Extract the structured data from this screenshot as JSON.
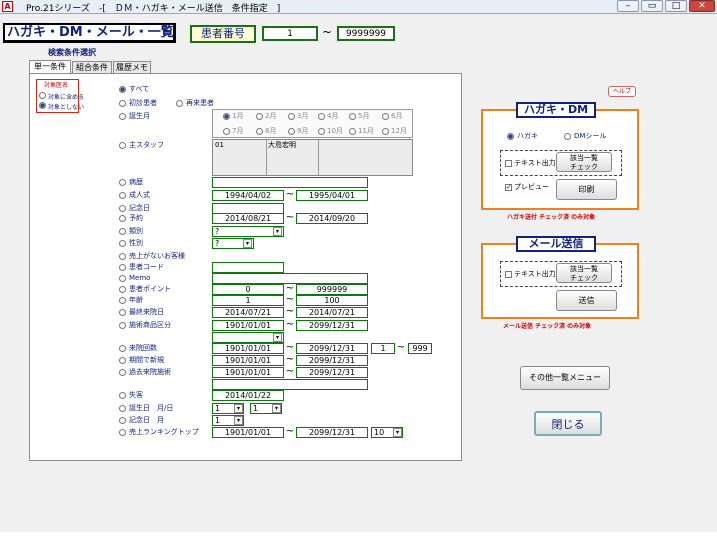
{
  "window": {
    "title": "Pro.21シリーズ　-[　ＤＭ・ハガキ・メール送信　条件指定　]",
    "app_icon_letter": "A",
    "buttons": {
      "minimize": "–",
      "restore": "▭",
      "maximize": "□",
      "close": "✕"
    }
  },
  "header": {
    "title": "ハガキ・DM・メール・一覧",
    "patient_no_label": "患者番号",
    "patient_no_from": "1",
    "patient_no_to": "9999999",
    "search_caption": "検索条件選択"
  },
  "tabs": [
    {
      "label": "単一条件",
      "active": true
    },
    {
      "label": "組合条件",
      "active": false
    },
    {
      "label": "履歴メモ",
      "active": false
    }
  ],
  "target": {
    "title": "対象医名",
    "include": "対象に含める",
    "exclude": "対象としない"
  },
  "conditions": {
    "all": "すべて",
    "new_patient": "初診患者",
    "returning": "再来患者",
    "birth_month": "誕生月",
    "main_staff": "主スタッフ",
    "illness": "病歴",
    "adult": "成人式",
    "anniversary": "記念日",
    "reservation": "予約",
    "category": "類別",
    "gender": "性別",
    "no_sales": "売上がないお客様",
    "patient_code": "患者コード",
    "memo": "Memo",
    "points": "患者ポイント",
    "age": "年齢",
    "last_visit": "最終来院日",
    "product_category": "施術商品区分",
    "visit_count": "来院回数",
    "period_new": "期間で新規",
    "past_visit": "過去来院施術",
    "deceased": "失客",
    "birthday_md": "誕生日　月/日",
    "anniv_month": "記念日　月",
    "sales_ranking": "売上ランキングトップ"
  },
  "months": [
    "1月",
    "2月",
    "3月",
    "4月",
    "5月",
    "6月",
    "7月",
    "8月",
    "9月",
    "10月",
    "11月",
    "12月"
  ],
  "staff": {
    "code": "01",
    "name": "大島宏明"
  },
  "values": {
    "adult_from": "1994/04/02",
    "adult_to": "1995/04/01",
    "reserve_from": "2014/08/21",
    "reserve_to": "2014/09/20",
    "category_sel": "?",
    "gender_sel": "?",
    "points_from": "0",
    "points_to": "999999",
    "age_from": "1",
    "age_to": "100",
    "last_from": "2014/07/21",
    "last_to": "2014/07/21",
    "prod_from": "1901/01/01",
    "prod_to": "2099/12/31",
    "visit_from": "1901/01/01",
    "visit_to": "2099/12/31",
    "visit_cnt_from": "1",
    "visit_cnt_to": "999",
    "new_from": "1901/01/01",
    "new_to": "2099/12/31",
    "past_from": "1901/01/01",
    "past_to": "2099/12/31",
    "deceased_date": "2014/01/22",
    "bday_month": "1",
    "bday_day": "1",
    "anniv_month_sel": "1",
    "rank_from": "1901/01/01",
    "rank_to": "2099/12/31",
    "rank_top": "10"
  },
  "help_label": "ヘルプ",
  "postcard_panel": {
    "title": "ハガキ・DM",
    "opt_postcard": "ハガキ",
    "opt_dm_seal": "DMシール",
    "text_output": "テキスト出力",
    "check_btn_l1": "該当一覧",
    "check_btn_l2": "チェック",
    "preview": "プレビュー",
    "print": "印刷",
    "note": "ハガキ送付 チェック済 のみ対象"
  },
  "mail_panel": {
    "title": "メール送信",
    "text_output": "テキスト出力",
    "check_btn_l1": "該当一覧",
    "check_btn_l2": "チェック",
    "send": "送信",
    "note": "メール送信 チェック済 のみ対象"
  },
  "other_menu": "その他一覧メニュー",
  "close_btn": "閉じる"
}
